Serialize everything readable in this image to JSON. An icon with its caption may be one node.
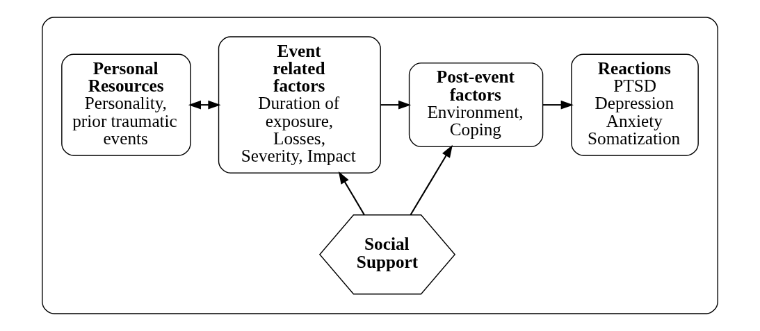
{
  "diagram": {
    "nodes": [
      {
        "text": [],
        "shape": "box"
      },
      {
        "text": [
          "Personal Resources",
          "Personality, prior traumatic events"
        ],
        "in": 0
      },
      {
        "text": [
          "Event related factors",
          "Duration of exposure, Losses, Severity, Impact"
        ],
        "in": 0
      },
      {
        "text": [
          "Post-event factors",
          "Environment, Coping"
        ],
        "in": 0
      },
      {
        "text": [
          "Reactions",
          "PTSD",
          "Depression",
          "Anxiety",
          "Somatization"
        ],
        "in": 0
      },
      {
        "text": [
          "Social Support"
        ],
        "in": 0
      }
    ],
    "edges": [
      {
        "from": 1,
        "to": 2,
        "arrow": "both"
      },
      {
        "from": 2,
        "to": 3,
        "arrow": "to"
      },
      {
        "from": 3,
        "to": 4,
        "arrow": "to"
      },
      {
        "from": 5,
        "to": 2,
        "arrow": "to"
      },
      {
        "from": 5,
        "to": 3,
        "arrow": "to"
      }
    ]
  }
}
